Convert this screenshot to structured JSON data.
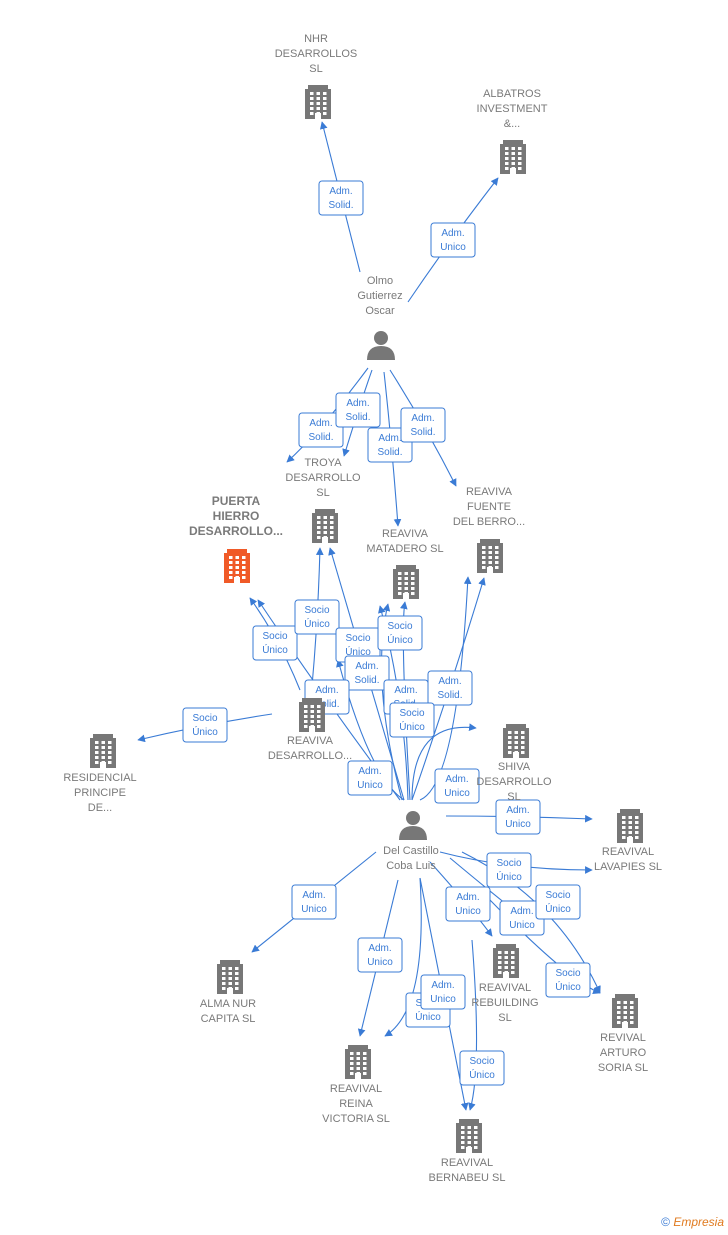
{
  "colors": {
    "edge": "#3a7bd5",
    "node": "#777777",
    "highlight": "#f05a28"
  },
  "nodes": [
    {
      "id": "nhr",
      "type": "company",
      "lines": [
        "NHR",
        "DESARROLLOS",
        "SL"
      ]
    },
    {
      "id": "albatros",
      "type": "company",
      "lines": [
        "ALBATROS",
        "INVESTMENT",
        "&..."
      ]
    },
    {
      "id": "olmo",
      "type": "person",
      "lines": [
        "Olmo",
        "Gutierrez",
        "Oscar"
      ]
    },
    {
      "id": "troya",
      "type": "company",
      "lines": [
        "TROYA",
        "DESARROLLO",
        "SL"
      ]
    },
    {
      "id": "puerta",
      "type": "company",
      "highlight": true,
      "lines": [
        "PUERTA",
        "HIERRO",
        "DESARROLLO..."
      ]
    },
    {
      "id": "matadero",
      "type": "company",
      "lines": [
        "REAVIVA",
        "MATADERO  SL"
      ]
    },
    {
      "id": "fuente",
      "type": "company",
      "lines": [
        "REAVIVA",
        "FUENTE",
        "DEL BERRO..."
      ]
    },
    {
      "id": "reaviva_des",
      "type": "company",
      "lines": [
        "REAVIVA",
        "DESARROLLO..."
      ]
    },
    {
      "id": "shiva",
      "type": "company",
      "lines": [
        "SHIVA",
        "DESARROLLO",
        "SL"
      ]
    },
    {
      "id": "residencial",
      "type": "company",
      "lines": [
        "RESIDENCIAL",
        "PRINCIPE",
        "DE..."
      ]
    },
    {
      "id": "delcastillo",
      "type": "person",
      "lines": [
        "Del Castillo",
        "Coba Luis"
      ]
    },
    {
      "id": "lavapies",
      "type": "company",
      "lines": [
        "REAVIVAL",
        "LAVAPIES  SL"
      ]
    },
    {
      "id": "almanur",
      "type": "company",
      "lines": [
        "ALMA NUR",
        "CAPITA  SL"
      ]
    },
    {
      "id": "rebuilding",
      "type": "company",
      "lines": [
        "REAVIVAL",
        "REBUILDING",
        "SL"
      ]
    },
    {
      "id": "arturo",
      "type": "company",
      "lines": [
        "REVIVAL",
        "ARTURO",
        "SORIA  SL"
      ]
    },
    {
      "id": "reina",
      "type": "company",
      "lines": [
        "REAVIVAL",
        "REINA",
        "VICTORIA  SL"
      ]
    },
    {
      "id": "bernabeu",
      "type": "company",
      "lines": [
        "REAVIVAL",
        "BERNABEU  SL"
      ]
    }
  ],
  "edges": [
    {
      "from": "olmo",
      "to": "nhr",
      "lines": [
        "Adm.",
        "Solid."
      ]
    },
    {
      "from": "olmo",
      "to": "albatros",
      "lines": [
        "Adm.",
        "Unico"
      ]
    },
    {
      "from": "olmo",
      "to": "troya",
      "lines": [
        "Adm.",
        "Solid."
      ]
    },
    {
      "from": "olmo",
      "to": "troya",
      "lines": [
        "Adm.",
        "Solid."
      ]
    },
    {
      "from": "olmo",
      "to": "matadero",
      "lines": [
        "Adm.",
        "Solid."
      ]
    },
    {
      "from": "olmo",
      "to": "fuente",
      "lines": [
        "Adm.",
        "Solid."
      ]
    },
    {
      "from": "delcastillo",
      "to": "puerta",
      "lines": [
        "Socio",
        "Único"
      ]
    },
    {
      "from": "delcastillo",
      "to": "troya",
      "lines": [
        "Socio",
        "Único"
      ]
    },
    {
      "from": "delcastillo",
      "to": "troya",
      "lines": [
        "Socio",
        "Único"
      ]
    },
    {
      "from": "delcastillo",
      "to": "matadero",
      "lines": [
        "Socio",
        "Único"
      ]
    },
    {
      "from": "delcastillo",
      "to": "matadero",
      "lines": [
        "Adm.",
        "Solid."
      ]
    },
    {
      "from": "delcastillo",
      "to": "fuente",
      "lines": [
        "Adm.",
        "Solid."
      ]
    },
    {
      "from": "delcastillo",
      "to": "puerta",
      "lines": [
        "Adm.",
        "Solid."
      ]
    },
    {
      "from": "delcastillo",
      "to": "shiva",
      "lines": [
        "Adm.",
        "Solid."
      ]
    },
    {
      "from": "delcastillo",
      "to": "shiva",
      "lines": [
        "Socio",
        "Único"
      ]
    },
    {
      "from": "reaviva_des",
      "to": "residencial",
      "lines": [
        "Socio",
        "Único"
      ]
    },
    {
      "from": "delcastillo",
      "to": "reaviva_des",
      "lines": [
        "Adm.",
        "Unico"
      ]
    },
    {
      "from": "delcastillo",
      "to": "shiva",
      "lines": [
        "Adm.",
        "Unico"
      ]
    },
    {
      "from": "delcastillo",
      "to": "lavapies",
      "lines": [
        "Adm.",
        "Unico"
      ]
    },
    {
      "from": "delcastillo",
      "to": "almanur",
      "lines": [
        "Adm.",
        "Unico"
      ]
    },
    {
      "from": "delcastillo",
      "to": "rebuilding",
      "lines": [
        "Socio",
        "Único"
      ]
    },
    {
      "from": "delcastillo",
      "to": "rebuilding",
      "lines": [
        "Adm.",
        "Unico"
      ]
    },
    {
      "from": "delcastillo",
      "to": "lavapies",
      "lines": [
        "Adm.",
        "Unico"
      ]
    },
    {
      "from": "delcastillo",
      "to": "lavapies",
      "lines": [
        "Socio",
        "Único"
      ]
    },
    {
      "from": "delcastillo",
      "to": "arturo",
      "lines": [
        "Socio",
        "Único"
      ]
    },
    {
      "from": "delcastillo",
      "to": "reina",
      "lines": [
        "Adm.",
        "Unico"
      ]
    },
    {
      "from": "delcastillo",
      "to": "reina",
      "lines": [
        "Socio",
        "Único"
      ]
    },
    {
      "from": "delcastillo",
      "to": "bernabeu",
      "lines": [
        "Adm.",
        "Unico"
      ]
    },
    {
      "from": "delcastillo",
      "to": "bernabeu",
      "lines": [
        "Socio",
        "Único"
      ]
    }
  ],
  "footer": {
    "copyright": "©",
    "brand": "Empresia"
  }
}
